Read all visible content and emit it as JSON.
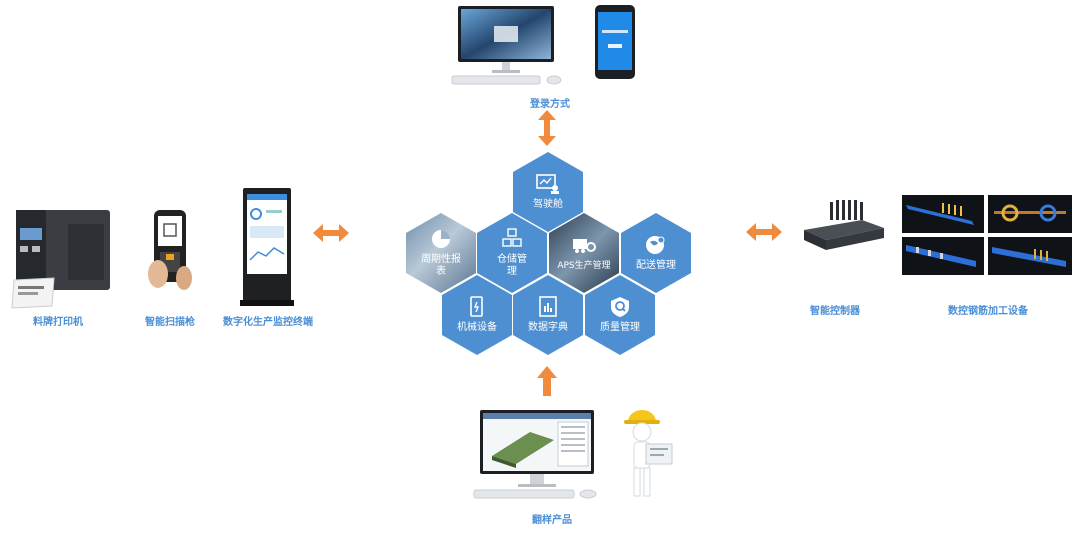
{
  "login": {
    "label": "登录方式"
  },
  "left": {
    "printer": "料牌打印机",
    "scanner": "智能扫描枪",
    "kiosk": "数字化生产监控终端"
  },
  "right": {
    "controller": "智能控制器",
    "cnc": "数控钢筋加工设备"
  },
  "bottom": {
    "label": "翻样产品"
  },
  "hexes": {
    "cockpit": "驾驶舱",
    "report": "周期性报表",
    "warehouse": "仓储管理",
    "aps": "APS生产管理",
    "delivery": "配送管理",
    "machine": "机械设备",
    "dictionary": "数据字典",
    "quality": "质量管理"
  },
  "colors": {
    "accent": "#4d8fd1",
    "arrow": "#f08a3c",
    "caption": "#4a8fd6"
  },
  "icons": [
    "dashboard-icon",
    "pie-chart-icon",
    "cubes-icon",
    "truck-gear-icon",
    "globe-pin-icon",
    "fuel-pump-icon",
    "ledger-icon",
    "search-shield-icon"
  ]
}
